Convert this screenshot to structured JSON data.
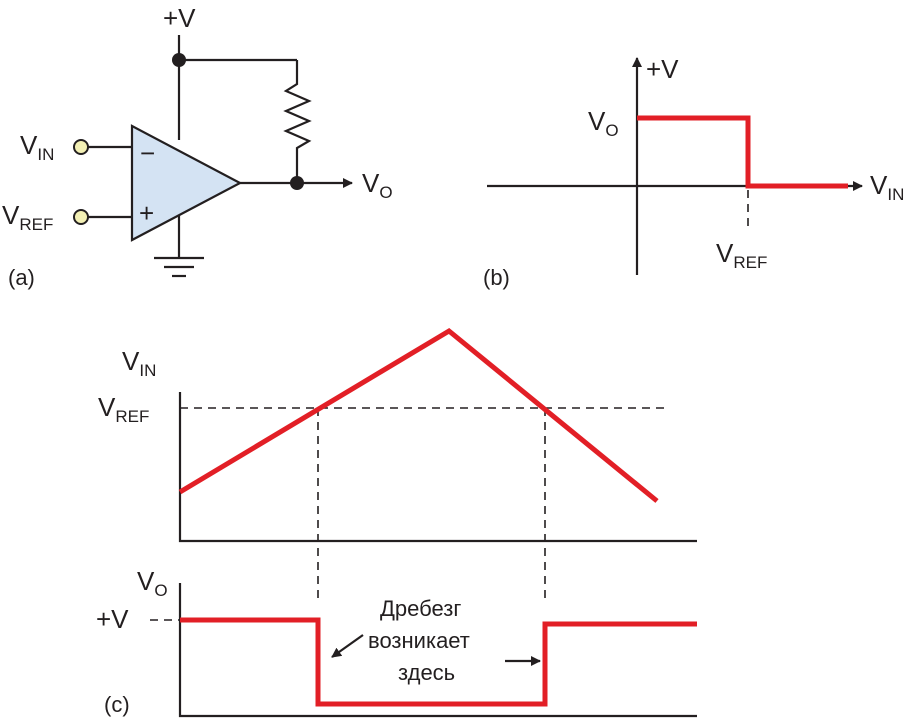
{
  "panel_a": {
    "label": "(a)",
    "supply": "+V",
    "vin": {
      "main": "V",
      "sub": "IN"
    },
    "vref": {
      "main": "V",
      "sub": "REF"
    },
    "vo": {
      "main": "V",
      "sub": "O"
    },
    "minus": "−",
    "plus": "+"
  },
  "panel_b": {
    "label": "(b)",
    "y_axis": "+V",
    "vo": {
      "main": "V",
      "sub": "O"
    },
    "x_axis": {
      "main": "V",
      "sub": "IN"
    },
    "vref": {
      "main": "V",
      "sub": "REF"
    }
  },
  "panel_c": {
    "label": "(c)",
    "vin": {
      "main": "V",
      "sub": "IN"
    },
    "vref": {
      "main": "V",
      "sub": "REF"
    },
    "vo": {
      "main": "V",
      "sub": "O"
    },
    "plus_v": "+V",
    "annotation": [
      "Дребезг",
      "возникает",
      "здесь"
    ]
  },
  "colors": {
    "signal": "#e21f26",
    "amp_fill": "#d4e3f3",
    "terminal": "#f3f0b5",
    "ink": "#231f20"
  }
}
